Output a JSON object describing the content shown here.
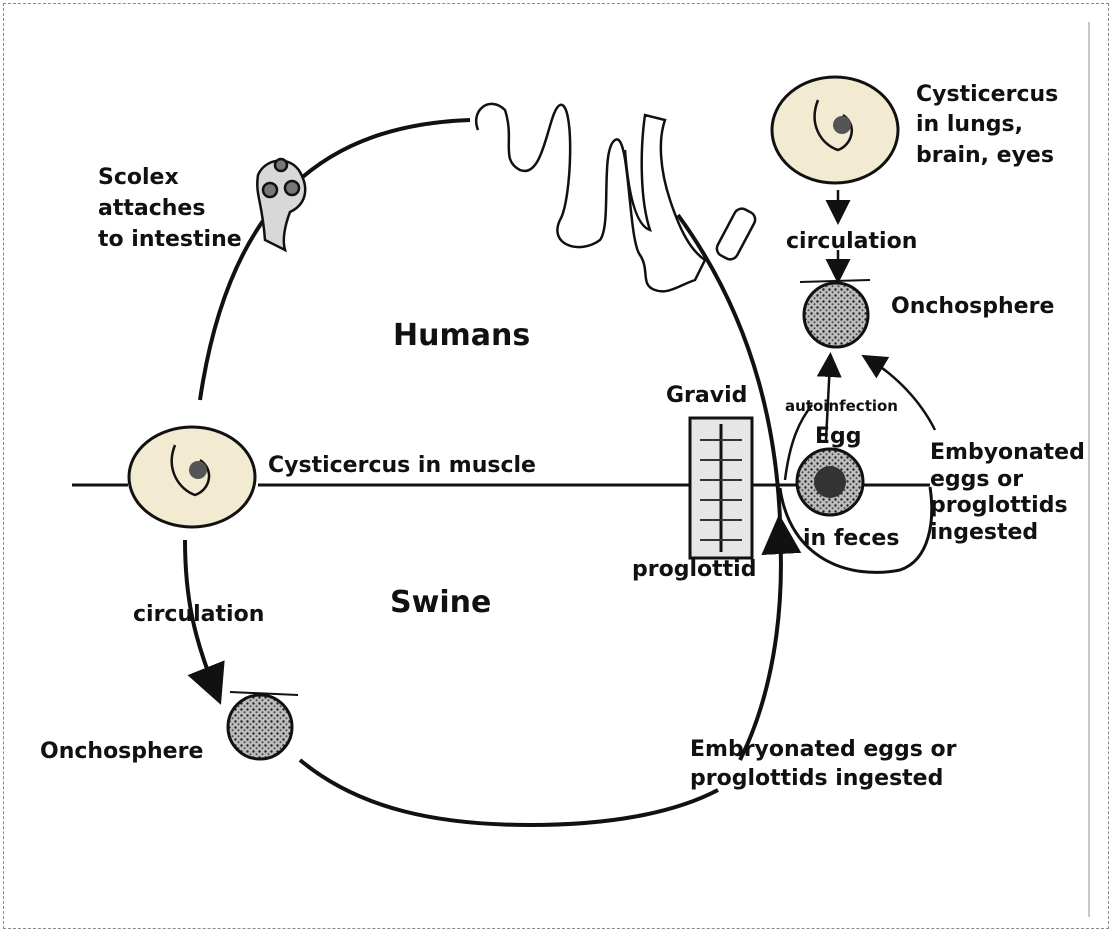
{
  "labels": {
    "scolex": [
      "Scolex",
      "attaches",
      "to intestine"
    ],
    "humans": "Humans",
    "swine": "Swine",
    "cysticercus_muscle": "Cysticercus in muscle",
    "circulation_left": "circulation",
    "onchosphere_left": "Onchosphere",
    "embryonated_bottom": [
      "Embryonated eggs or",
      "proglottids ingested"
    ],
    "gravid": "Gravid",
    "proglottid": "proglottid",
    "autoinfection": "autoinfection",
    "egg": "Egg",
    "in_feces": "in feces",
    "cysticercus_lungs": [
      "Cysticercus",
      "in lungs,",
      "brain, eyes"
    ],
    "circulation_right": "circulation",
    "onchosphere_right": "Onchosphere",
    "embryonated_right": [
      "Embyonated",
      "eggs or",
      "proglottids",
      "ingested"
    ]
  },
  "colors": {
    "ink": "#111111",
    "frame": "#8a8a8a",
    "cyst_fill": "#f3ead2"
  }
}
